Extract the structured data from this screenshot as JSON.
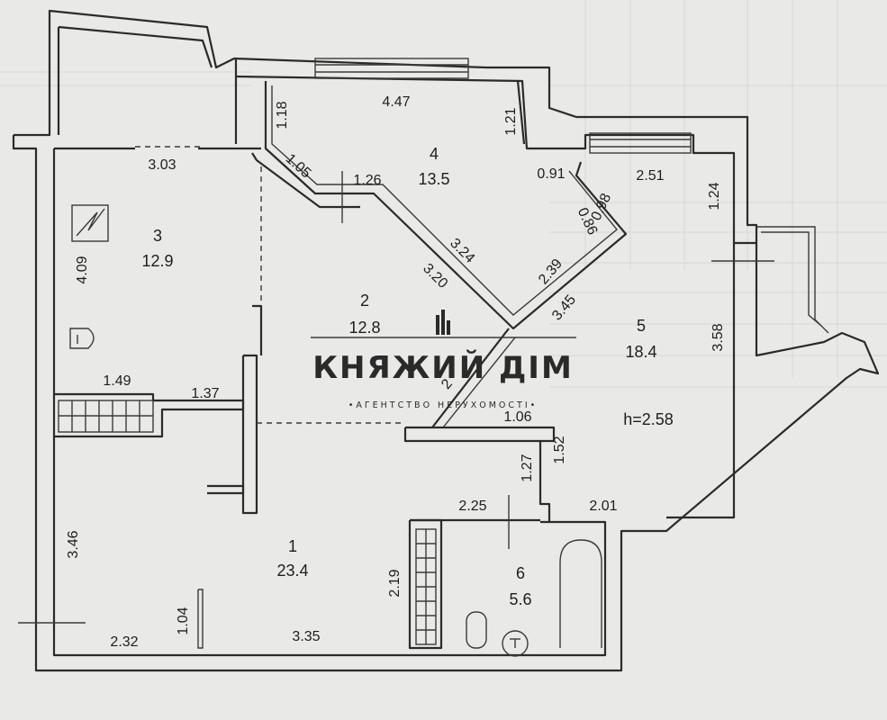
{
  "dimensions": {
    "d_447": "4.47",
    "d_118": "1.18",
    "d_121": "1.21",
    "d_303": "3.03",
    "d_105": "1.05",
    "d_126": "1.26",
    "d_091": "0.91",
    "d_251": "2.51",
    "d_098": "0.98",
    "d_124": "1.24",
    "d_086": "0.86",
    "d_409": "4.09",
    "d_324": "3.24",
    "d_320": "3.20",
    "d_239": "2.39",
    "d_345": "3.45",
    "d_358": "3.58",
    "d_149": "1.49",
    "d_137": "1.37",
    "d_106": "1.06",
    "d_152": "1.52",
    "d_127": "1.27",
    "d_225": "2.25",
    "d_201": "2.01",
    "d_346": "3.46",
    "d_219": "2.19",
    "d_104": "1.04",
    "d_232": "2.32",
    "d_335": "3.35",
    "d_2": "2"
  },
  "rooms": [
    {
      "number": "1",
      "area": "23.4"
    },
    {
      "number": "2",
      "area": "12.8"
    },
    {
      "number": "3",
      "area": "12.9"
    },
    {
      "number": "4",
      "area": "13.5"
    },
    {
      "number": "5",
      "area": "18.4"
    },
    {
      "number": "6",
      "area": "5.6"
    }
  ],
  "ceiling_height": "h=2.58",
  "watermark": {
    "title": "КНЯЖИЙ ДІМ",
    "subtitle": "•АГЕНТСТВО НЕРУХОМОСТІ•"
  },
  "colors": {
    "paper": "#e9e9e7",
    "ink": "#2b2b2b"
  }
}
